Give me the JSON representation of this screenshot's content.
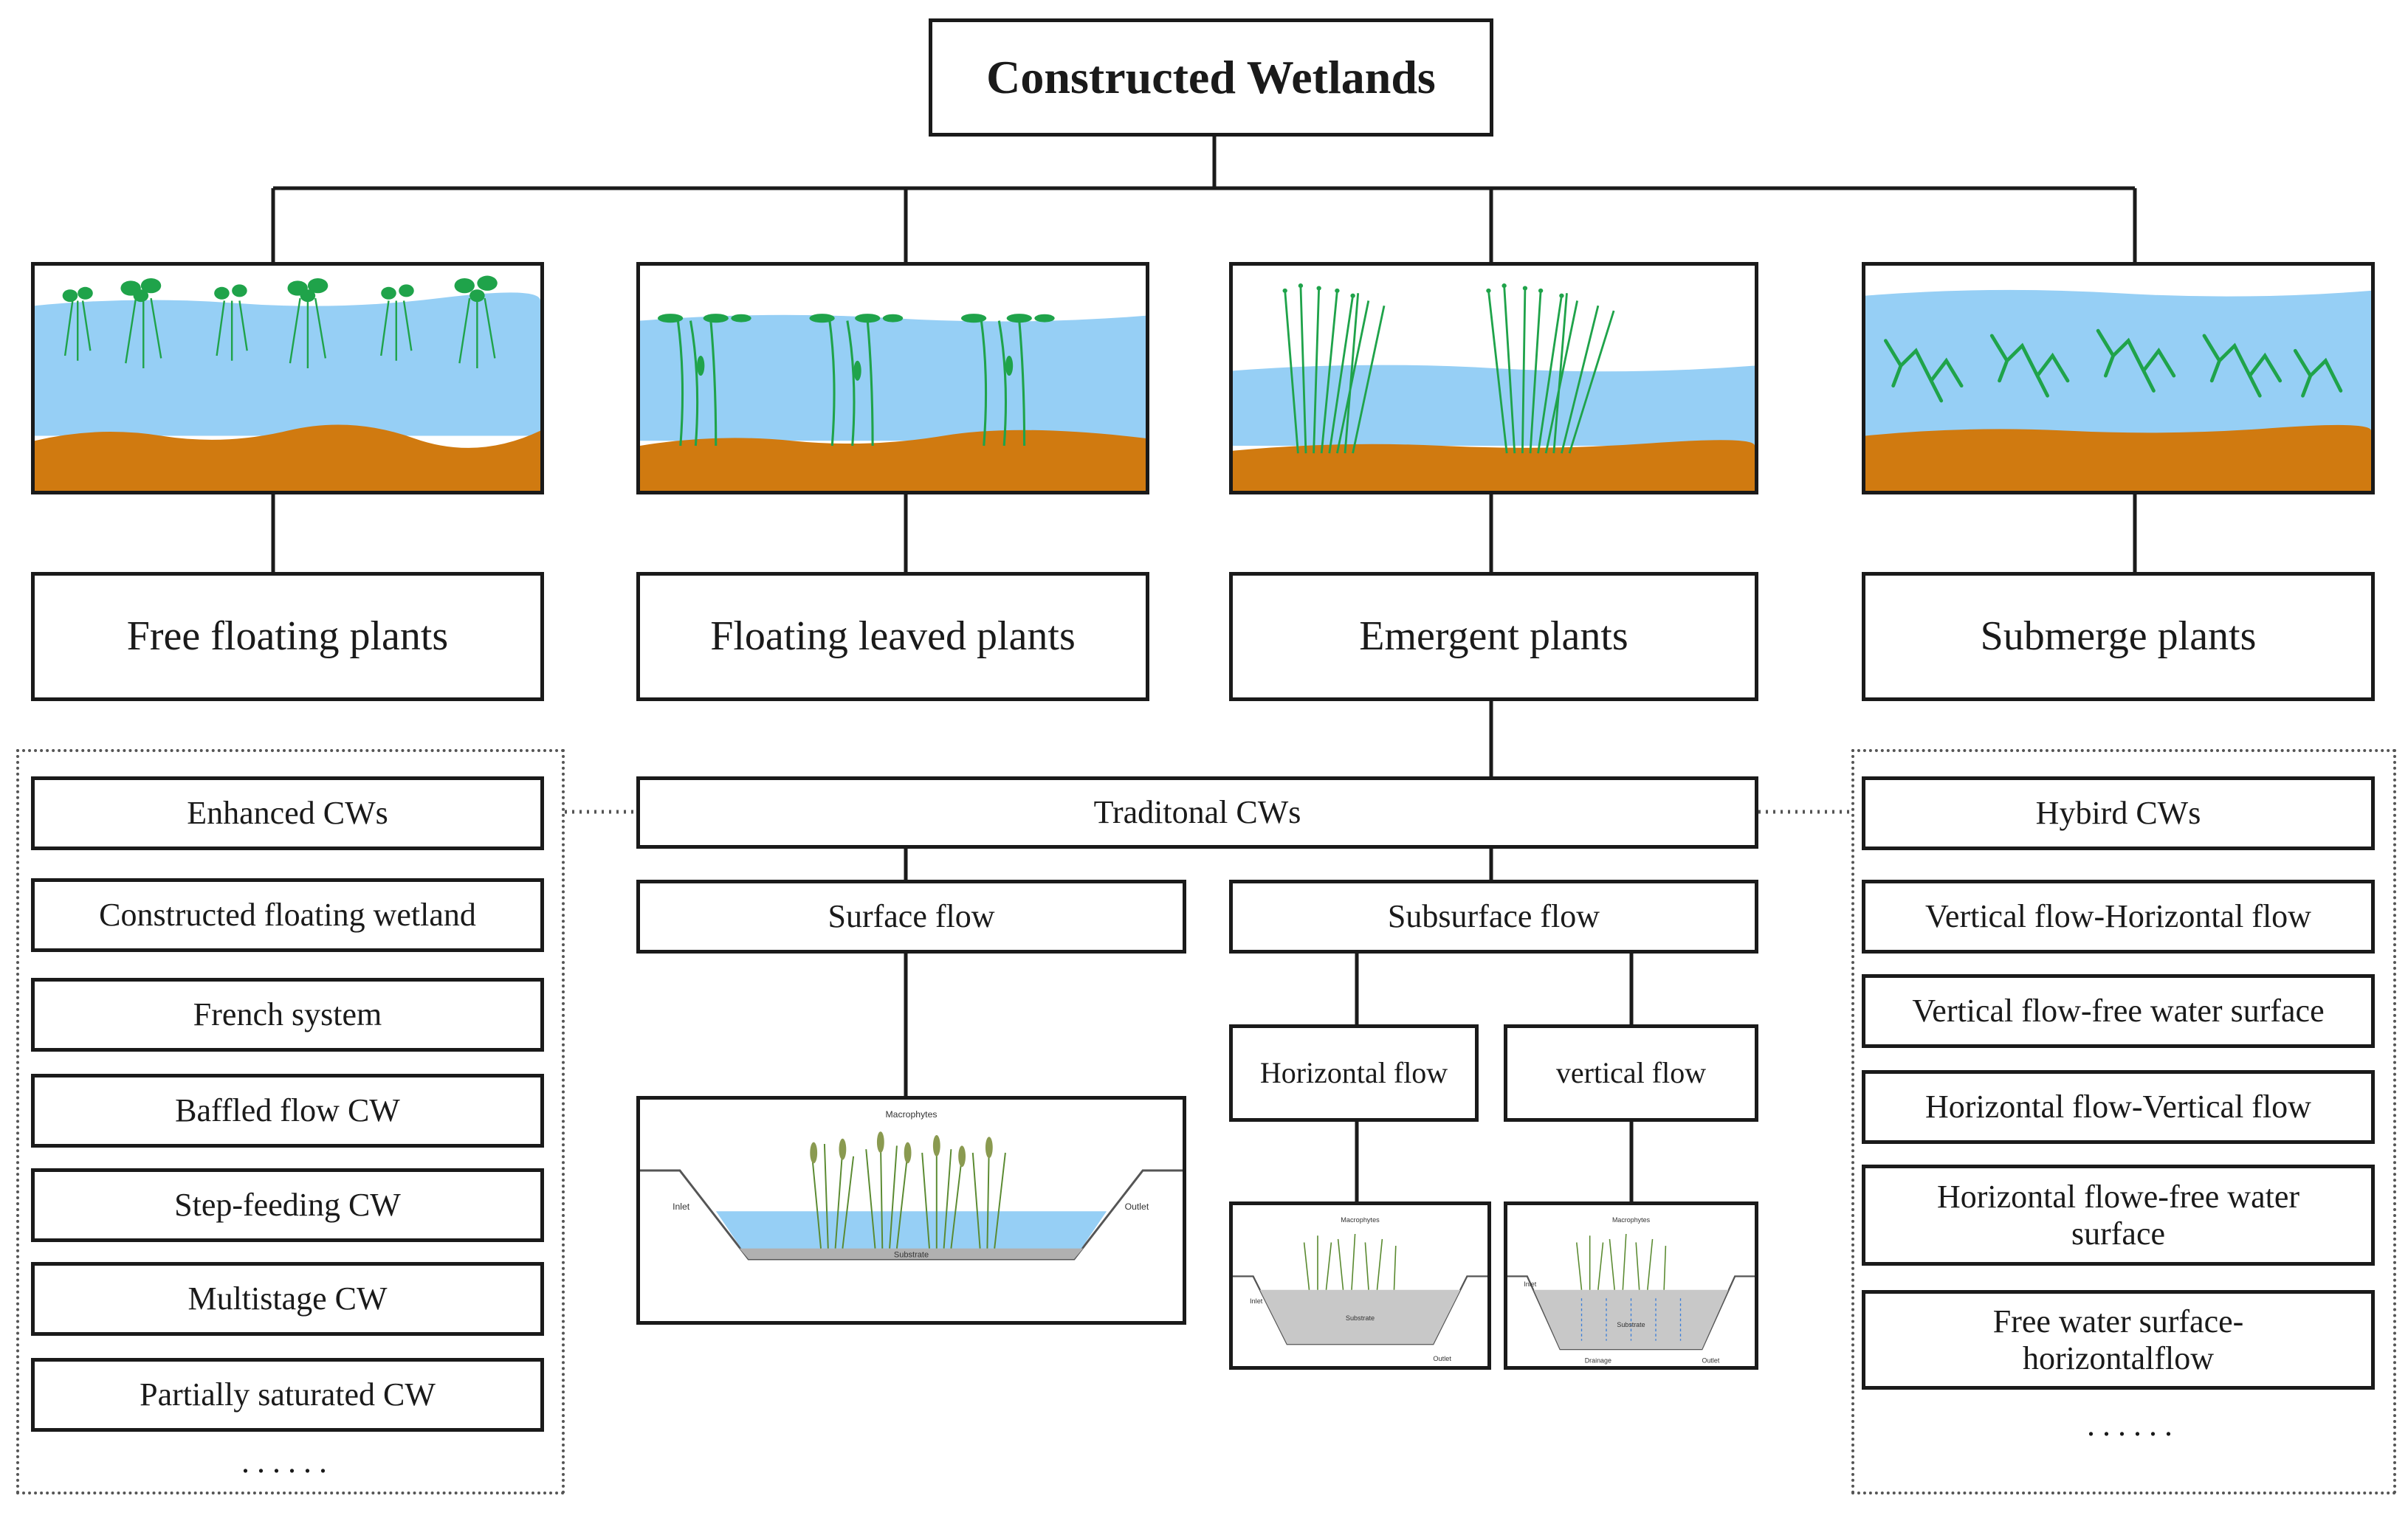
{
  "title": "Constructed Wetlands",
  "categories": [
    {
      "label": "Free floating plants"
    },
    {
      "label": "Floating leaved plants"
    },
    {
      "label": "Emergent plants"
    },
    {
      "label": "Submerge plants"
    }
  ],
  "enhanced": {
    "header": "Enhanced CWs",
    "items": [
      "Constructed floating wetland",
      "French system",
      "Baffled flow CW",
      "Step-feeding CW",
      "Multistage CW",
      "Partially saturated CW"
    ],
    "more": "......"
  },
  "traditional": {
    "header": "Traditonal CWs",
    "surface": "Surface flow",
    "subsurface": "Subsurface flow",
    "horizontal": "Horizontal flow",
    "vertical": "vertical flow"
  },
  "hybrid": {
    "header": "Hybird CWs",
    "items": [
      "Vertical flow-Horizontal flow",
      "Vertical flow-free water surface",
      "Horizontal flow-Vertical flow",
      "Horizontal flowe-free water surface",
      "Free water surface-horizontalflow"
    ],
    "more": "......"
  },
  "schematic_labels": {
    "macrophytes": "Macrophytes",
    "inlet": "Inlet",
    "outlet": "Outlet",
    "substrate": "Substrate",
    "drainage": "Drainage"
  },
  "colors": {
    "water": "#96cff5",
    "sediment": "#d07a10",
    "plant": "#1fa34a",
    "line": "#1a1a1a"
  }
}
